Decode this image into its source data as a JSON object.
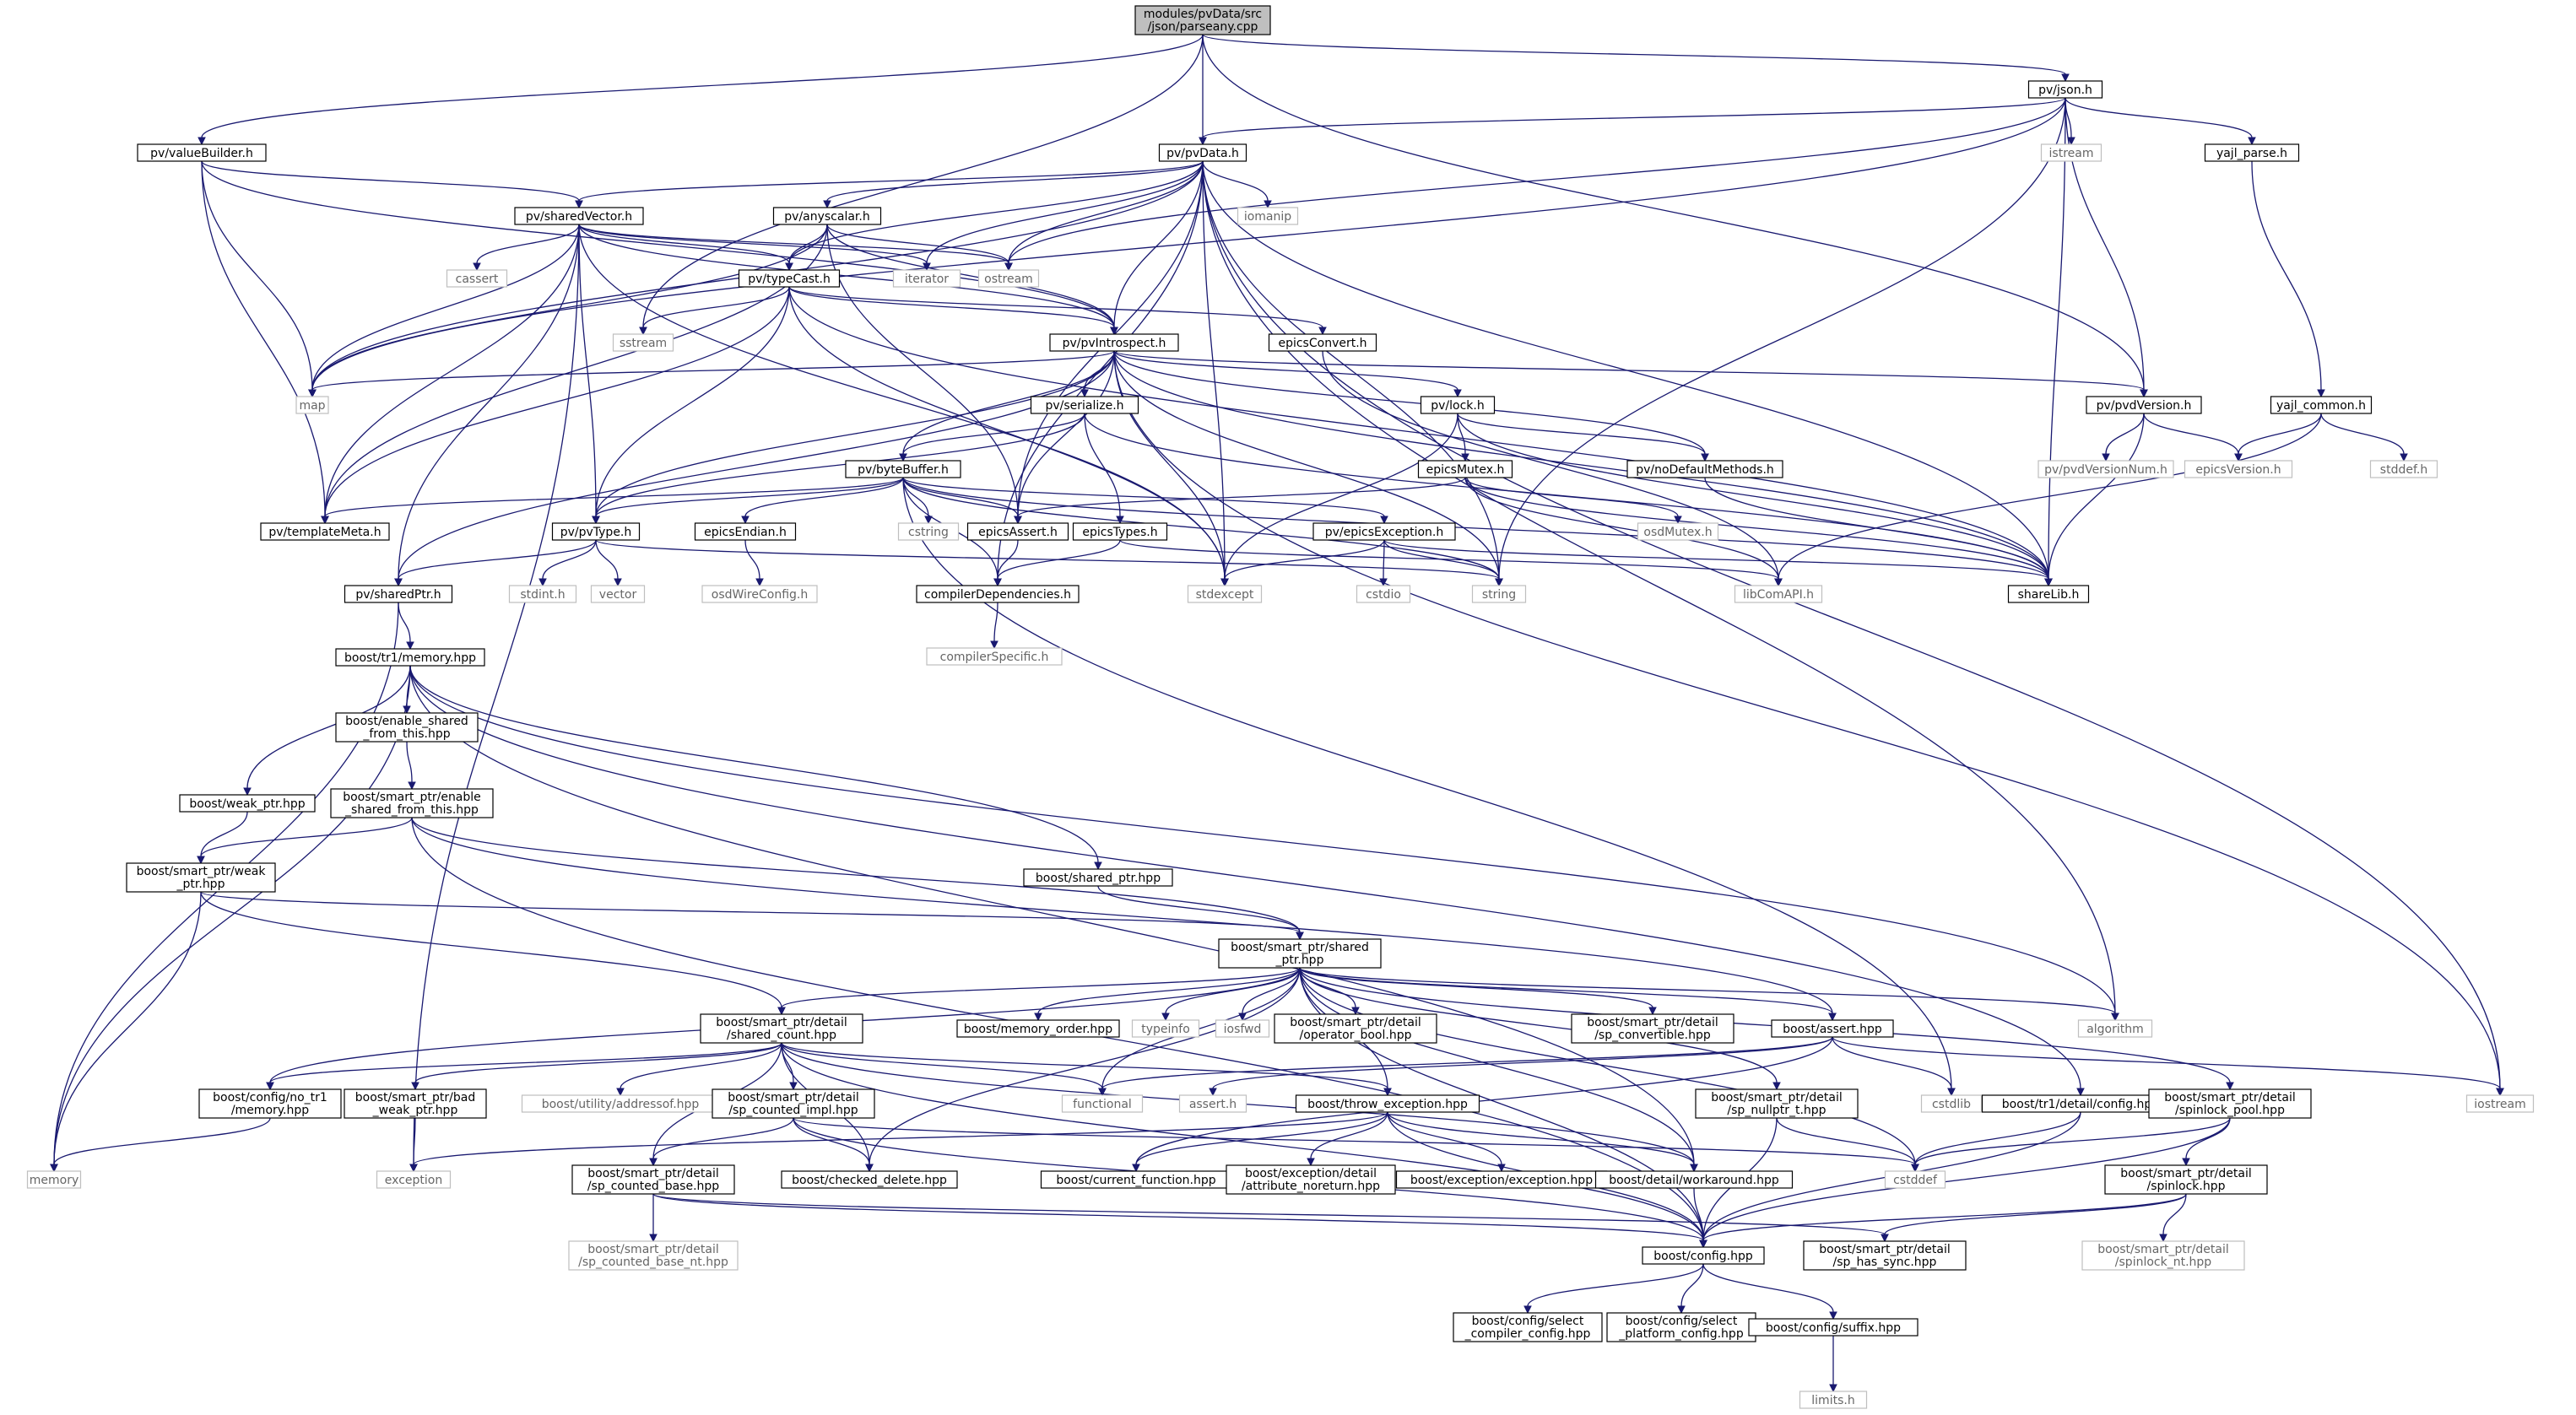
{
  "nodes": [
    {
      "id": "root",
      "lines": [
        "modules/pvData/src",
        "/json/parseany.cpp"
      ],
      "root": true
    },
    {
      "id": "pvjson",
      "lines": [
        "pv/json.h"
      ]
    },
    {
      "id": "valueBuilder",
      "lines": [
        "pv/valueBuilder.h"
      ]
    },
    {
      "id": "pvData",
      "lines": [
        "pv/pvData.h"
      ]
    },
    {
      "id": "istream",
      "lines": [
        "istream"
      ],
      "grey": true
    },
    {
      "id": "yajl_parse",
      "lines": [
        "yajl_parse.h"
      ]
    },
    {
      "id": "sharedVector",
      "lines": [
        "pv/sharedVector.h"
      ]
    },
    {
      "id": "anyscalar",
      "lines": [
        "pv/anyscalar.h"
      ]
    },
    {
      "id": "iomanip",
      "lines": [
        "iomanip"
      ],
      "grey": true
    },
    {
      "id": "cassert",
      "lines": [
        "cassert"
      ],
      "grey": true
    },
    {
      "id": "iterator",
      "lines": [
        "iterator"
      ],
      "grey": true
    },
    {
      "id": "ostream",
      "lines": [
        "ostream"
      ],
      "grey": true
    },
    {
      "id": "typeCast",
      "lines": [
        "pv/typeCast.h"
      ]
    },
    {
      "id": "sstream",
      "lines": [
        "sstream"
      ],
      "grey": true
    },
    {
      "id": "epicsConvert",
      "lines": [
        "epicsConvert.h"
      ]
    },
    {
      "id": "pvIntrospect",
      "lines": [
        "pv/pvIntrospect.h"
      ]
    },
    {
      "id": "map",
      "lines": [
        "map"
      ],
      "grey": true
    },
    {
      "id": "pvdVersion",
      "lines": [
        "pv/pvdVersion.h"
      ]
    },
    {
      "id": "yajl_common",
      "lines": [
        "yajl_common.h"
      ]
    },
    {
      "id": "serialize",
      "lines": [
        "pv/serialize.h"
      ]
    },
    {
      "id": "lock",
      "lines": [
        "pv/lock.h"
      ]
    },
    {
      "id": "byteBuffer",
      "lines": [
        "pv/byteBuffer.h"
      ]
    },
    {
      "id": "epicsMutex",
      "lines": [
        "epicsMutex.h"
      ]
    },
    {
      "id": "noDefaultMethods",
      "lines": [
        "pv/noDefaultMethods.h"
      ]
    },
    {
      "id": "pvdVersionNum",
      "lines": [
        "pv/pvdVersionNum.h"
      ],
      "grey": true
    },
    {
      "id": "epicsVersion",
      "lines": [
        "epicsVersion.h"
      ],
      "grey": true
    },
    {
      "id": "stddef_h",
      "lines": [
        "stddef.h"
      ],
      "grey": true
    },
    {
      "id": "templateMeta",
      "lines": [
        "pv/templateMeta.h"
      ]
    },
    {
      "id": "pvType",
      "lines": [
        "pv/pvType.h"
      ]
    },
    {
      "id": "epicsEndian",
      "lines": [
        "epicsEndian.h"
      ]
    },
    {
      "id": "cstring",
      "lines": [
        "cstring"
      ],
      "grey": true
    },
    {
      "id": "epicsAssert",
      "lines": [
        "epicsAssert.h"
      ]
    },
    {
      "id": "epicsTypes",
      "lines": [
        "epicsTypes.h"
      ]
    },
    {
      "id": "epicsException",
      "lines": [
        "pv/epicsException.h"
      ]
    },
    {
      "id": "osdMutex",
      "lines": [
        "osdMutex.h"
      ],
      "grey": true
    },
    {
      "id": "sharedPtr",
      "lines": [
        "pv/sharedPtr.h"
      ]
    },
    {
      "id": "stdint",
      "lines": [
        "stdint.h"
      ],
      "grey": true
    },
    {
      "id": "vector",
      "lines": [
        "vector"
      ],
      "grey": true
    },
    {
      "id": "osdWireConfig",
      "lines": [
        "osdWireConfig.h"
      ],
      "grey": true
    },
    {
      "id": "compilerDependencies",
      "lines": [
        "compilerDependencies.h"
      ]
    },
    {
      "id": "stdexcept",
      "lines": [
        "stdexcept"
      ],
      "grey": true
    },
    {
      "id": "cstdio",
      "lines": [
        "cstdio"
      ],
      "grey": true
    },
    {
      "id": "string",
      "lines": [
        "string"
      ],
      "grey": true
    },
    {
      "id": "libComAPI",
      "lines": [
        "libComAPI.h"
      ],
      "grey": true
    },
    {
      "id": "shareLib",
      "lines": [
        "shareLib.h"
      ]
    },
    {
      "id": "compilerSpecific",
      "lines": [
        "compilerSpecific.h"
      ],
      "grey": true
    },
    {
      "id": "tr1memory",
      "lines": [
        "boost/tr1/memory.hpp"
      ]
    },
    {
      "id": "enable_shared",
      "lines": [
        "boost/enable_shared",
        "_from_this.hpp"
      ]
    },
    {
      "id": "weak_ptr",
      "lines": [
        "boost/weak_ptr.hpp"
      ]
    },
    {
      "id": "sp_enable_shared",
      "lines": [
        "boost/smart_ptr/enable",
        "_shared_from_this.hpp"
      ]
    },
    {
      "id": "sp_weak_ptr",
      "lines": [
        "boost/smart_ptr/weak",
        "_ptr.hpp"
      ]
    },
    {
      "id": "shared_ptr_hpp",
      "lines": [
        "boost/shared_ptr.hpp"
      ]
    },
    {
      "id": "sp_shared_ptr",
      "lines": [
        "boost/smart_ptr/shared",
        "_ptr.hpp"
      ]
    },
    {
      "id": "shared_count",
      "lines": [
        "boost/smart_ptr/detail",
        "/shared_count.hpp"
      ]
    },
    {
      "id": "memory_order",
      "lines": [
        "boost/memory_order.hpp"
      ]
    },
    {
      "id": "typeinfo",
      "lines": [
        "typeinfo"
      ],
      "grey": true
    },
    {
      "id": "iosfwd",
      "lines": [
        "iosfwd"
      ],
      "grey": true
    },
    {
      "id": "operator_bool",
      "lines": [
        "boost/smart_ptr/detail",
        "/operator_bool.hpp"
      ]
    },
    {
      "id": "sp_convertible",
      "lines": [
        "boost/smart_ptr/detail",
        "/sp_convertible.hpp"
      ]
    },
    {
      "id": "boost_assert",
      "lines": [
        "boost/assert.hpp"
      ]
    },
    {
      "id": "algorithm",
      "lines": [
        "algorithm"
      ],
      "grey": true
    },
    {
      "id": "no_tr1",
      "lines": [
        "boost/config/no_tr1",
        "/memory.hpp"
      ]
    },
    {
      "id": "bad_weak_ptr",
      "lines": [
        "boost/smart_ptr/bad",
        "_weak_ptr.hpp"
      ]
    },
    {
      "id": "addressof",
      "lines": [
        "boost/utility/addressof.hpp"
      ],
      "grey": true
    },
    {
      "id": "sp_counted_impl",
      "lines": [
        "boost/smart_ptr/detail",
        "/sp_counted_impl.hpp"
      ]
    },
    {
      "id": "functional",
      "lines": [
        "functional"
      ],
      "grey": true
    },
    {
      "id": "throw_exception",
      "lines": [
        "boost/throw_exception.hpp"
      ]
    },
    {
      "id": "assert_h",
      "lines": [
        "assert.h"
      ],
      "grey": true
    },
    {
      "id": "sp_nullptr_t",
      "lines": [
        "boost/smart_ptr/detail",
        "/sp_nullptr_t.hpp"
      ]
    },
    {
      "id": "cstdlib",
      "lines": [
        "cstdlib"
      ],
      "grey": true
    },
    {
      "id": "tr1_config",
      "lines": [
        "boost/tr1/detail/config.hpp"
      ]
    },
    {
      "id": "spinlock_pool",
      "lines": [
        "boost/smart_ptr/detail",
        "/spinlock_pool.hpp"
      ]
    },
    {
      "id": "iostream",
      "lines": [
        "iostream"
      ],
      "grey": true
    },
    {
      "id": "memory",
      "lines": [
        "memory"
      ],
      "grey": true
    },
    {
      "id": "exception",
      "lines": [
        "exception"
      ],
      "grey": true
    },
    {
      "id": "sp_counted_base",
      "lines": [
        "boost/smart_ptr/detail",
        "/sp_counted_base.hpp"
      ]
    },
    {
      "id": "checked_delete",
      "lines": [
        "boost/checked_delete.hpp"
      ]
    },
    {
      "id": "current_function",
      "lines": [
        "boost/current_function.hpp"
      ]
    },
    {
      "id": "attribute_noreturn",
      "lines": [
        "boost/exception/detail",
        "/attribute_noreturn.hpp"
      ]
    },
    {
      "id": "exception_hpp",
      "lines": [
        "boost/exception/exception.hpp"
      ]
    },
    {
      "id": "workaround",
      "lines": [
        "boost/detail/workaround.hpp"
      ]
    },
    {
      "id": "cstddef",
      "lines": [
        "cstddef"
      ],
      "grey": true
    },
    {
      "id": "spinlock",
      "lines": [
        "boost/smart_ptr/detail",
        "/spinlock.hpp"
      ]
    },
    {
      "id": "sp_counted_base_nt",
      "lines": [
        "boost/smart_ptr/detail",
        "/sp_counted_base_nt.hpp"
      ],
      "grey": true
    },
    {
      "id": "boost_config",
      "lines": [
        "boost/config.hpp"
      ]
    },
    {
      "id": "sp_has_sync",
      "lines": [
        "boost/smart_ptr/detail",
        "/sp_has_sync.hpp"
      ]
    },
    {
      "id": "spinlock_nt",
      "lines": [
        "boost/smart_ptr/detail",
        "/spinlock_nt.hpp"
      ],
      "grey": true
    },
    {
      "id": "select_compiler",
      "lines": [
        "boost/config/select",
        "_compiler_config.hpp"
      ]
    },
    {
      "id": "select_platform",
      "lines": [
        "boost/config/select",
        "_platform_config.hpp"
      ]
    },
    {
      "id": "suffix",
      "lines": [
        "boost/config/suffix.hpp"
      ]
    },
    {
      "id": "limits",
      "lines": [
        "limits.h"
      ],
      "grey": true
    }
  ],
  "edges": [
    [
      "root",
      "pvjson"
    ],
    [
      "root",
      "valueBuilder"
    ],
    [
      "root",
      "pvData"
    ],
    [
      "root",
      "sstream"
    ],
    [
      "root",
      "pvdVersion"
    ],
    [
      "pvjson",
      "pvData"
    ],
    [
      "pvjson",
      "istream"
    ],
    [
      "pvjson",
      "yajl_parse"
    ],
    [
      "pvjson",
      "ostream"
    ],
    [
      "pvjson",
      "string"
    ],
    [
      "pvjson",
      "map"
    ],
    [
      "pvjson",
      "pvdVersion"
    ],
    [
      "pvjson",
      "shareLib"
    ],
    [
      "valueBuilder",
      "sharedVector"
    ],
    [
      "valueBuilder",
      "templateMeta"
    ],
    [
      "valueBuilder",
      "map"
    ],
    [
      "valueBuilder",
      "pvIntrospect"
    ],
    [
      "pvData",
      "sharedVector"
    ],
    [
      "pvData",
      "anyscalar"
    ],
    [
      "pvData",
      "iomanip"
    ],
    [
      "pvData",
      "iterator"
    ],
    [
      "pvData",
      "ostream"
    ],
    [
      "pvData",
      "typeCast"
    ],
    [
      "pvData",
      "pvIntrospect"
    ],
    [
      "pvData",
      "map"
    ],
    [
      "pvData",
      "string"
    ],
    [
      "pvData",
      "stdexcept"
    ],
    [
      "pvData",
      "epicsAssert"
    ],
    [
      "pvData",
      "shareLib"
    ],
    [
      "pvData",
      "compilerDependencies"
    ],
    [
      "pvData",
      "algorithm"
    ],
    [
      "pvData",
      "iostream"
    ],
    [
      "yajl_parse",
      "yajl_common"
    ],
    [
      "sharedVector",
      "cassert"
    ],
    [
      "sharedVector",
      "iterator"
    ],
    [
      "sharedVector",
      "ostream"
    ],
    [
      "sharedVector",
      "typeCast"
    ],
    [
      "sharedVector",
      "pvIntrospect"
    ],
    [
      "sharedVector",
      "map"
    ],
    [
      "sharedVector",
      "templateMeta"
    ],
    [
      "sharedVector",
      "sharedPtr"
    ],
    [
      "sharedVector",
      "stdexcept"
    ],
    [
      "sharedVector",
      "exception"
    ],
    [
      "sharedVector",
      "pvType"
    ],
    [
      "anyscalar",
      "ostream"
    ],
    [
      "anyscalar",
      "typeCast"
    ],
    [
      "anyscalar",
      "pvIntrospect"
    ],
    [
      "anyscalar",
      "templateMeta"
    ],
    [
      "anyscalar",
      "map"
    ],
    [
      "anyscalar",
      "epicsAssert"
    ],
    [
      "typeCast",
      "sstream"
    ],
    [
      "typeCast",
      "epicsConvert"
    ],
    [
      "typeCast",
      "pvIntrospect"
    ],
    [
      "typeCast",
      "pvType"
    ],
    [
      "typeCast",
      "templateMeta"
    ],
    [
      "typeCast",
      "stdexcept"
    ],
    [
      "typeCast",
      "shareLib"
    ],
    [
      "epicsConvert",
      "libComAPI"
    ],
    [
      "pvIntrospect",
      "map"
    ],
    [
      "pvIntrospect",
      "pvdVersion"
    ],
    [
      "pvIntrospect",
      "serialize"
    ],
    [
      "pvIntrospect",
      "lock"
    ],
    [
      "pvIntrospect",
      "byteBuffer"
    ],
    [
      "pvIntrospect",
      "noDefaultMethods"
    ],
    [
      "pvIntrospect",
      "pvType"
    ],
    [
      "pvIntrospect",
      "epicsAssert"
    ],
    [
      "pvIntrospect",
      "stdexcept"
    ],
    [
      "pvIntrospect",
      "string"
    ],
    [
      "pvIntrospect",
      "sharedPtr"
    ],
    [
      "pvIntrospect",
      "shareLib"
    ],
    [
      "pvIntrospect",
      "iostream"
    ],
    [
      "pvdVersion",
      "pvdVersionNum"
    ],
    [
      "pvdVersion",
      "epicsVersion"
    ],
    [
      "pvdVersion",
      "shareLib"
    ],
    [
      "yajl_common",
      "epicsVersion"
    ],
    [
      "yajl_common",
      "stddef_h"
    ],
    [
      "yajl_common",
      "libComAPI"
    ],
    [
      "serialize",
      "byteBuffer"
    ],
    [
      "serialize",
      "epicsTypes"
    ],
    [
      "serialize",
      "shareLib"
    ],
    [
      "serialize",
      "pvType"
    ],
    [
      "lock",
      "epicsMutex"
    ],
    [
      "lock",
      "noDefaultMethods"
    ],
    [
      "lock",
      "stdexcept"
    ],
    [
      "lock",
      "shareLib"
    ],
    [
      "byteBuffer",
      "templateMeta"
    ],
    [
      "byteBuffer",
      "pvType"
    ],
    [
      "byteBuffer",
      "epicsEndian"
    ],
    [
      "byteBuffer",
      "cstring"
    ],
    [
      "byteBuffer",
      "epicsAssert"
    ],
    [
      "byteBuffer",
      "epicsException"
    ],
    [
      "byteBuffer",
      "compilerDependencies"
    ],
    [
      "byteBuffer",
      "string"
    ],
    [
      "byteBuffer",
      "shareLib"
    ],
    [
      "byteBuffer",
      "cstdlib"
    ],
    [
      "epicsMutex",
      "epicsAssert"
    ],
    [
      "epicsMutex",
      "osdMutex"
    ],
    [
      "epicsMutex",
      "libComAPI"
    ],
    [
      "epicsMutex",
      "shareLib"
    ],
    [
      "noDefaultMethods",
      "shareLib"
    ],
    [
      "pvType",
      "sharedPtr"
    ],
    [
      "pvType",
      "stdint"
    ],
    [
      "pvType",
      "vector"
    ],
    [
      "pvType",
      "string"
    ],
    [
      "epicsEndian",
      "osdWireConfig"
    ],
    [
      "epicsAssert",
      "compilerDependencies"
    ],
    [
      "epicsTypes",
      "compilerDependencies"
    ],
    [
      "epicsTypes",
      "libComAPI"
    ],
    [
      "epicsException",
      "stdexcept"
    ],
    [
      "epicsException",
      "cstdio"
    ],
    [
      "epicsException",
      "string"
    ],
    [
      "epicsException",
      "shareLib"
    ],
    [
      "compilerDependencies",
      "compilerSpecific"
    ],
    [
      "sharedPtr",
      "tr1memory"
    ],
    [
      "sharedPtr",
      "memory"
    ],
    [
      "tr1memory",
      "enable_shared"
    ],
    [
      "tr1memory",
      "weak_ptr"
    ],
    [
      "tr1memory",
      "shared_ptr_hpp"
    ],
    [
      "tr1memory",
      "memory"
    ],
    [
      "tr1memory",
      "tr1_config"
    ],
    [
      "tr1memory",
      "algorithm"
    ],
    [
      "tr1memory",
      "workaround"
    ],
    [
      "enable_shared",
      "sp_enable_shared"
    ],
    [
      "weak_ptr",
      "sp_weak_ptr"
    ],
    [
      "sp_enable_shared",
      "sp_weak_ptr"
    ],
    [
      "sp_enable_shared",
      "sp_shared_ptr"
    ],
    [
      "sp_enable_shared",
      "boost_assert"
    ],
    [
      "sp_enable_shared",
      "boost_config"
    ],
    [
      "sp_weak_ptr",
      "memory"
    ],
    [
      "sp_weak_ptr",
      "sp_shared_ptr"
    ],
    [
      "sp_weak_ptr",
      "shared_count"
    ],
    [
      "shared_ptr_hpp",
      "sp_shared_ptr"
    ],
    [
      "sp_shared_ptr",
      "shared_count"
    ],
    [
      "sp_shared_ptr",
      "memory_order"
    ],
    [
      "sp_shared_ptr",
      "typeinfo"
    ],
    [
      "sp_shared_ptr",
      "iosfwd"
    ],
    [
      "sp_shared_ptr",
      "operator_bool"
    ],
    [
      "sp_shared_ptr",
      "sp_convertible"
    ],
    [
      "sp_shared_ptr",
      "boost_assert"
    ],
    [
      "sp_shared_ptr",
      "algorithm"
    ],
    [
      "sp_shared_ptr",
      "no_tr1"
    ],
    [
      "sp_shared_ptr",
      "checked_delete"
    ],
    [
      "sp_shared_ptr",
      "throw_exception"
    ],
    [
      "sp_shared_ptr",
      "workaround"
    ],
    [
      "sp_shared_ptr",
      "sp_nullptr_t"
    ],
    [
      "sp_shared_ptr",
      "cstddef"
    ],
    [
      "sp_shared_ptr",
      "spinlock_pool"
    ],
    [
      "sp_shared_ptr",
      "boost_config"
    ],
    [
      "sp_shared_ptr",
      "functional"
    ],
    [
      "shared_count",
      "no_tr1"
    ],
    [
      "shared_count",
      "bad_weak_ptr"
    ],
    [
      "shared_count",
      "addressof"
    ],
    [
      "shared_count",
      "sp_counted_impl"
    ],
    [
      "shared_count",
      "functional"
    ],
    [
      "shared_count",
      "throw_exception"
    ],
    [
      "shared_count",
      "sp_counted_base"
    ],
    [
      "shared_count",
      "checked_delete"
    ],
    [
      "shared_count",
      "workaround"
    ],
    [
      "shared_count",
      "boost_config"
    ],
    [
      "boost_assert",
      "assert_h"
    ],
    [
      "boost_assert",
      "cstdlib"
    ],
    [
      "boost_assert",
      "iostream"
    ],
    [
      "boost_assert",
      "current_function"
    ],
    [
      "boost_assert",
      "functional"
    ],
    [
      "no_tr1",
      "memory"
    ],
    [
      "bad_weak_ptr",
      "exception"
    ],
    [
      "sp_counted_impl",
      "sp_counted_base"
    ],
    [
      "sp_counted_impl",
      "checked_delete"
    ],
    [
      "sp_counted_impl",
      "boost_config"
    ],
    [
      "sp_counted_impl",
      "cstddef"
    ],
    [
      "throw_exception",
      "exception"
    ],
    [
      "throw_exception",
      "current_function"
    ],
    [
      "throw_exception",
      "attribute_noreturn"
    ],
    [
      "throw_exception",
      "exception_hpp"
    ],
    [
      "throw_exception",
      "workaround"
    ],
    [
      "throw_exception",
      "boost_config"
    ],
    [
      "sp_nullptr_t",
      "cstddef"
    ],
    [
      "sp_nullptr_t",
      "boost_config"
    ],
    [
      "tr1_config",
      "cstddef"
    ],
    [
      "tr1_config",
      "boost_config"
    ],
    [
      "spinlock_pool",
      "spinlock"
    ],
    [
      "spinlock_pool",
      "cstddef"
    ],
    [
      "spinlock_pool",
      "boost_config"
    ],
    [
      "sp_counted_base",
      "sp_counted_base_nt"
    ],
    [
      "sp_counted_base",
      "sp_has_sync"
    ],
    [
      "sp_counted_base",
      "boost_config"
    ],
    [
      "workaround",
      "boost_config"
    ],
    [
      "spinlock",
      "spinlock_nt"
    ],
    [
      "spinlock",
      "sp_has_sync"
    ],
    [
      "spinlock",
      "boost_config"
    ],
    [
      "boost_config",
      "select_compiler"
    ],
    [
      "boost_config",
      "select_platform"
    ],
    [
      "boost_config",
      "suffix"
    ],
    [
      "suffix",
      "limits"
    ]
  ]
}
